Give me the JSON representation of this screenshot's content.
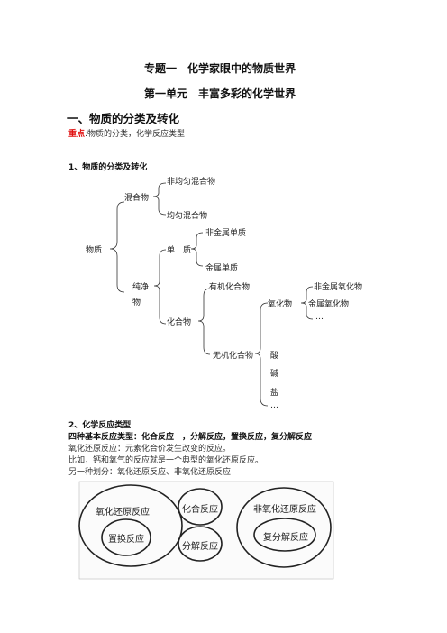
{
  "header": {
    "title": "专题一　化学家眼中的物质世界",
    "subtitle": "第一单元　丰富多彩的化学世界"
  },
  "section1": {
    "heading": "一、物质的分类及转化",
    "key_label": "重点",
    "key_text": ":物质的分类，化学反应类型",
    "sub_heading": "1、物质的分类及转化"
  },
  "tree": {
    "root": "物质",
    "mixture": "混合物",
    "heterogeneous": "非均匀混合物",
    "homogeneous": "均匀混合物",
    "pure_line1": "纯净",
    "pure_line2": "物",
    "element": "单　质",
    "nonmetal_element": "非金属单质",
    "metal_element": "金属单质",
    "compound": "化合物",
    "organic": "有机化合物",
    "inorganic": "无机化合物",
    "oxide": "氧化物",
    "nonmetal_oxide": "非金属氧化物",
    "metal_oxide": "金属氧化物",
    "oxide_more": "…",
    "acid": "酸",
    "base": "碱",
    "salt": "盐",
    "inorganic_more": "…"
  },
  "section2": {
    "heading": "2、化学反应类型",
    "basic_types": "四种基本反应类型：化合反应　，分解反应，置换反应，复分解反应",
    "redox_def": "氧化还原反应：元素化合价发生改变的反应。",
    "example": "比如，钙和氧气的反应就是一个典型的氧化还原反应。",
    "other": "另一种划分：氧化还原反应、非氧化还原反应"
  },
  "diagram": {
    "redox": "氧化还原反应",
    "combination": "化合反应",
    "displacement": "置换反应",
    "decomposition": "分解反应",
    "non_redox": "非氧化还原反应",
    "double_decomp": "复分解反应"
  }
}
